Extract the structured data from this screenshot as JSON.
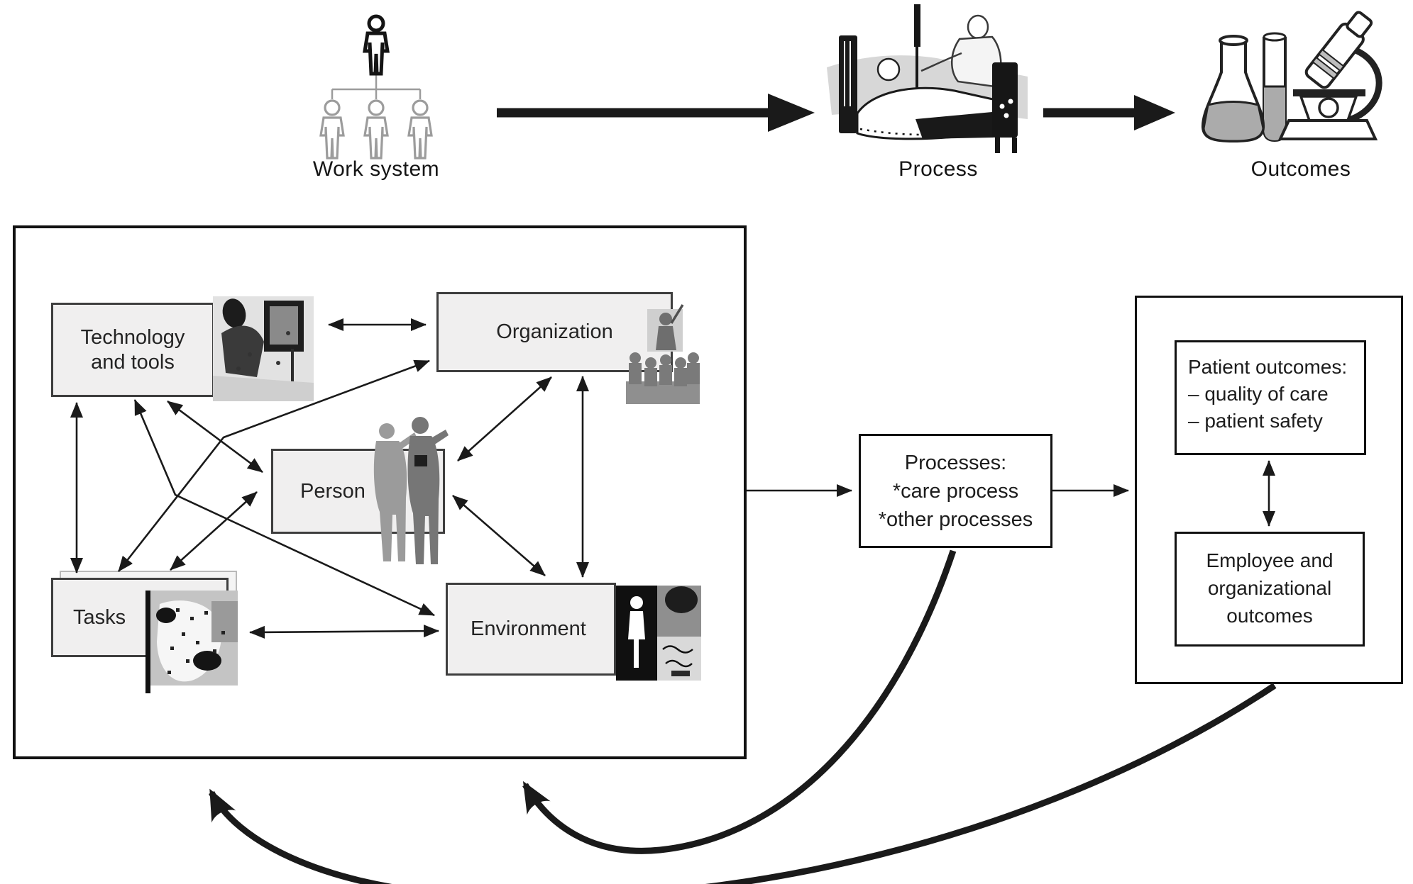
{
  "flow": {
    "stages": [
      {
        "label": "Work system",
        "icon": "org-chart-icon"
      },
      {
        "label": "Process",
        "icon": "patient-bed-icon"
      },
      {
        "label": "Outcomes",
        "icon": "lab-equipment-icon"
      }
    ]
  },
  "work_system": {
    "components": {
      "technology": {
        "line1": "Technology",
        "line2": "and tools"
      },
      "organization": {
        "label": "Organization"
      },
      "person": {
        "label": "Person"
      },
      "tasks": {
        "label": "Tasks"
      },
      "environment": {
        "label": "Environment"
      }
    }
  },
  "processes": {
    "line1": "Processes:",
    "line2": "*care process",
    "line3": "*other processes"
  },
  "outcomes": {
    "patient": {
      "line1": "Patient outcomes:",
      "line2": "– quality of care",
      "line3": "– patient safety"
    },
    "employee": {
      "line1": "Employee and",
      "line2": "organizational",
      "line3": "outcomes"
    }
  },
  "colors": {
    "ink": "#1a1a1a",
    "box_fill": "#f0efef",
    "box_border": "#3e3e3e",
    "silhouette_gray": "#9b9b9b"
  }
}
